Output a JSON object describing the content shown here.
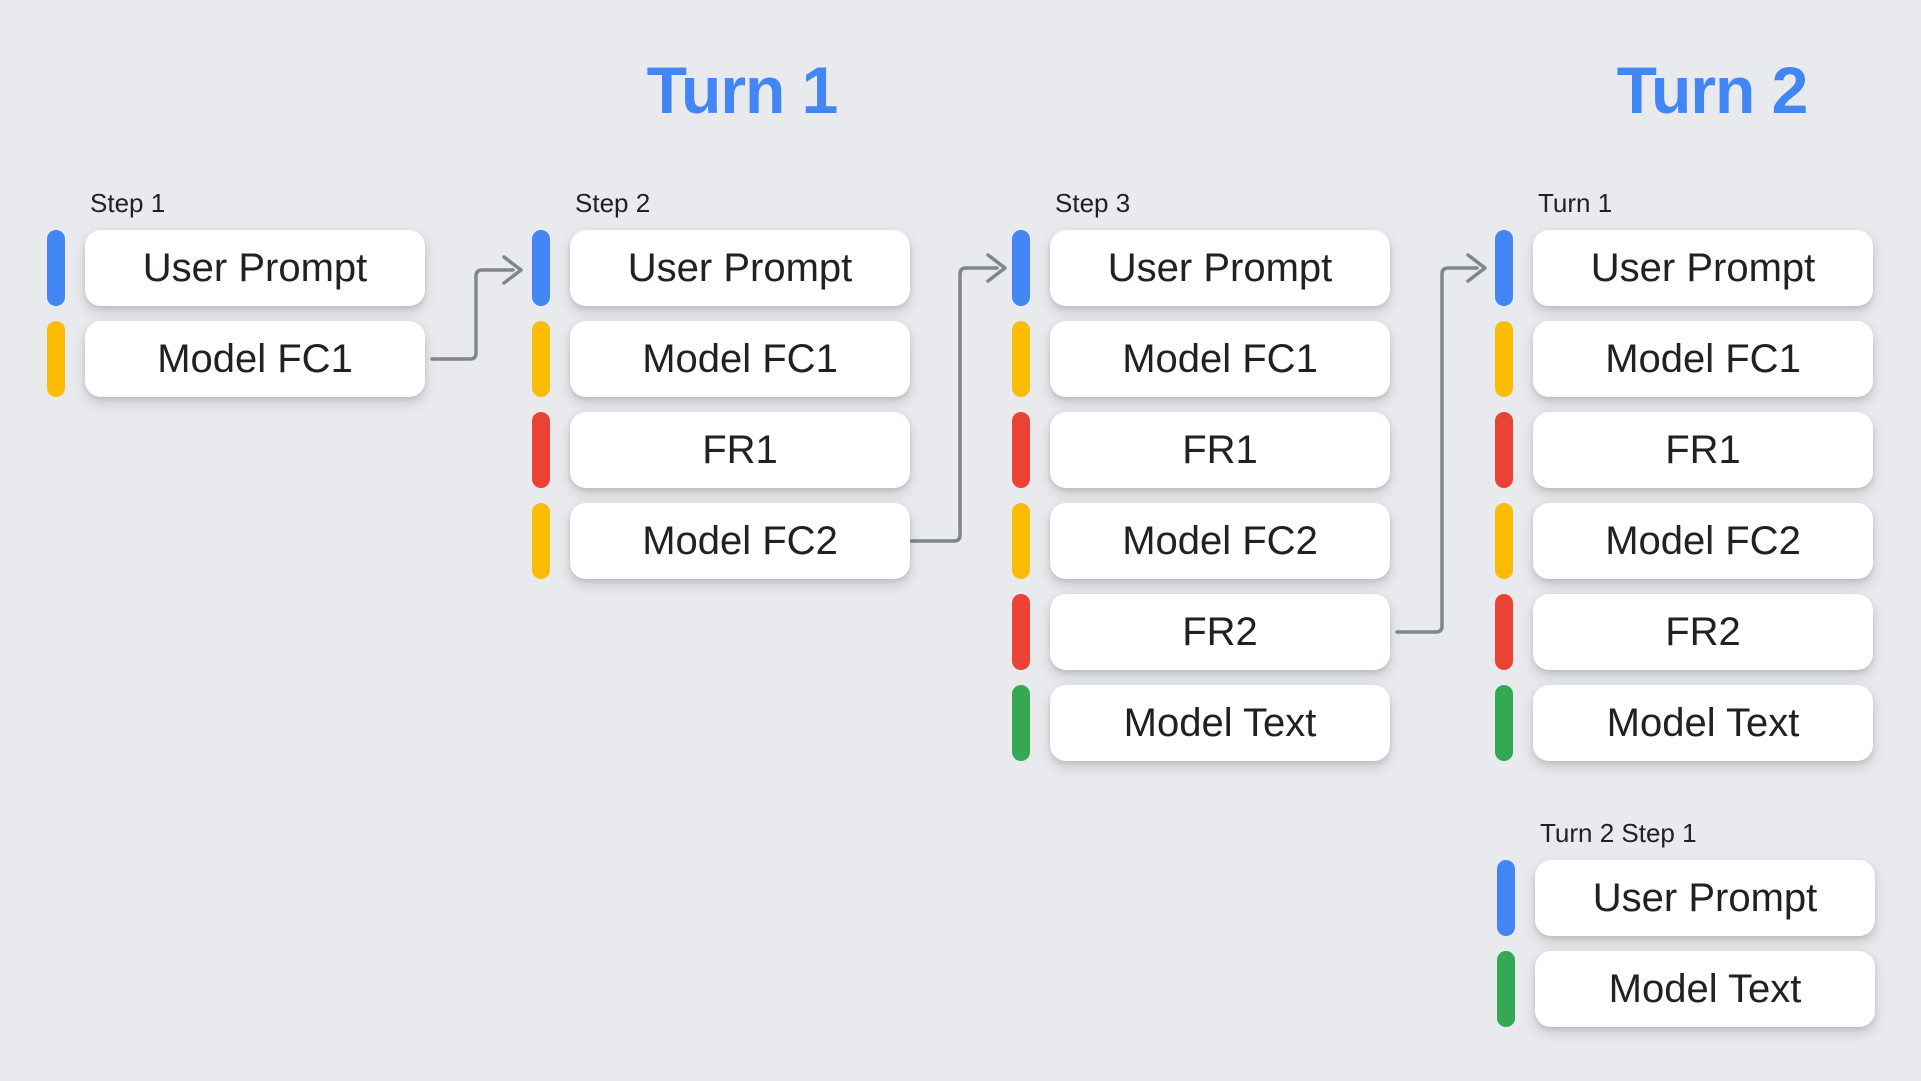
{
  "titles": [
    {
      "text": "Turn 1"
    },
    {
      "text": "Turn 2"
    }
  ],
  "colors": {
    "background": "#e8eaed",
    "title_blue": "#4285F4",
    "arrow_gray": "#80868B",
    "box_text": "#202124",
    "blue": "#4285F4",
    "yellow": "#FBBC04",
    "red": "#EA4335",
    "green": "#34A853"
  },
  "columns": [
    {
      "label": "Step 1",
      "items": [
        {
          "text": "User Prompt",
          "color": "blue"
        },
        {
          "text": "Model FC1",
          "color": "yellow"
        }
      ]
    },
    {
      "label": "Step 2",
      "items": [
        {
          "text": "User Prompt",
          "color": "blue"
        },
        {
          "text": "Model FC1",
          "color": "yellow"
        },
        {
          "text": "FR1",
          "color": "red"
        },
        {
          "text": "Model FC2",
          "color": "yellow"
        }
      ]
    },
    {
      "label": "Step 3",
      "items": [
        {
          "text": "User Prompt",
          "color": "blue"
        },
        {
          "text": "Model FC1",
          "color": "yellow"
        },
        {
          "text": "FR1",
          "color": "red"
        },
        {
          "text": "Model FC2",
          "color": "yellow"
        },
        {
          "text": "FR2",
          "color": "red"
        },
        {
          "text": "Model Text",
          "color": "green"
        }
      ]
    },
    {
      "label": "Turn 1",
      "items": [
        {
          "text": "User Prompt",
          "color": "blue"
        },
        {
          "text": "Model FC1",
          "color": "yellow"
        },
        {
          "text": "FR1",
          "color": "red"
        },
        {
          "text": "Model FC2",
          "color": "yellow"
        },
        {
          "text": "FR2",
          "color": "red"
        },
        {
          "text": "Model Text",
          "color": "green"
        }
      ]
    },
    {
      "label": "Turn 2 Step 1",
      "items": [
        {
          "text": "User Prompt",
          "color": "blue"
        },
        {
          "text": "Model Text",
          "color": "green"
        }
      ]
    }
  ]
}
